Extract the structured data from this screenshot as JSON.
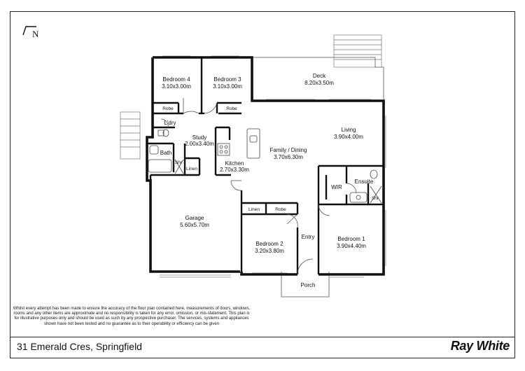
{
  "rooms": {
    "bedroom4": {
      "name": "Bedroom 4",
      "size": "3.10x3.00m"
    },
    "bedroom3": {
      "name": "Bedroom 3",
      "size": "3.10x3.00m"
    },
    "deck": {
      "name": "Deck",
      "size": "8.20x3.50m"
    },
    "robe_left": {
      "name": "Robe"
    },
    "robe_mid": {
      "name": "Robe"
    },
    "laundry": {
      "name": "L'dry"
    },
    "study": {
      "name": "Study",
      "size": "2.00x3.40m"
    },
    "bath": {
      "name": "Bath"
    },
    "shr_bath": {
      "name": "Shr"
    },
    "linen_study": {
      "name": "Linen"
    },
    "living": {
      "name": "Living",
      "size": "3.90x4.00m"
    },
    "family": {
      "name": "Family / Dining",
      "size": "3.70x6.30m"
    },
    "kitchen": {
      "name": "Kitchen",
      "size": "2.70x3.30m"
    },
    "wir": {
      "name": "WIR"
    },
    "ensuite": {
      "name": "Ensuite"
    },
    "shr_ensuite": {
      "name": "Shr"
    },
    "garage": {
      "name": "Garage",
      "size": "5.60x5.70m"
    },
    "linen_bed2": {
      "name": "Linen"
    },
    "robe_bed2": {
      "name": "Robe"
    },
    "entry": {
      "name": "Entry"
    },
    "bedroom2": {
      "name": "Bedroom 2",
      "size": "3.20x3.80m"
    },
    "bedroom1": {
      "name": "Bedroom 1",
      "size": "3.90x4.40m"
    },
    "porch": {
      "name": "Porch"
    }
  },
  "compass": {
    "label": "N"
  },
  "disclaimer": "Whilst every attempt has been made to ensure the accuracy of the floor plan contained here, measurements of doors, windows, rooms and any other items are approximate and no responsibility is taken for any error, omission, or mis-statement. This plan is for illustrative purposes only and should be used as such by any prospective purchaser. The services, systems and appliances shown have not been tested and no guarantee as to their operability or efficiency can be given",
  "footer": {
    "address": "31 Emerald Cres, Springfield",
    "brand": "Ray White"
  }
}
